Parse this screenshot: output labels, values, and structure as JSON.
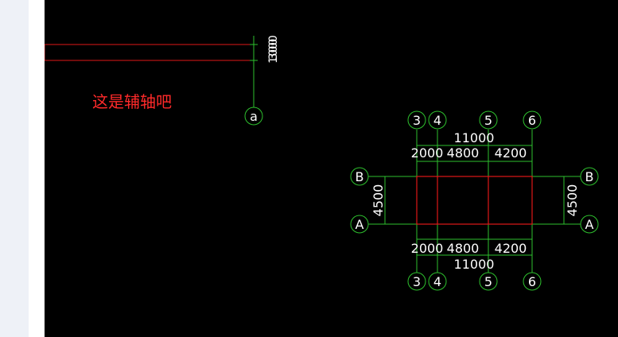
{
  "annotation": {
    "text": "这是辅轴吧"
  },
  "aux_axis": {
    "label": "a",
    "dim_labels": [
      "300",
      "1000"
    ]
  },
  "plan": {
    "top_axis_labels": [
      "3",
      "4",
      "5",
      "6"
    ],
    "bottom_axis_labels": [
      "3",
      "4",
      "5",
      "6"
    ],
    "left_axis_labels": [
      "B",
      "A"
    ],
    "right_axis_labels": [
      "B",
      "A"
    ],
    "top_total_dim": "11000",
    "bottom_total_dim": "11000",
    "top_segment_dims": [
      "2000",
      "4800",
      "4200"
    ],
    "bottom_segment_dims": [
      "2000",
      "4800",
      "4200"
    ],
    "left_dim": "4500",
    "right_dim": "4500"
  },
  "colors": {
    "background": "#000000",
    "grid_line": "#2ec02e",
    "beam": "#e01818",
    "text": "#ffffff",
    "annotation": "#ff2a2a"
  }
}
